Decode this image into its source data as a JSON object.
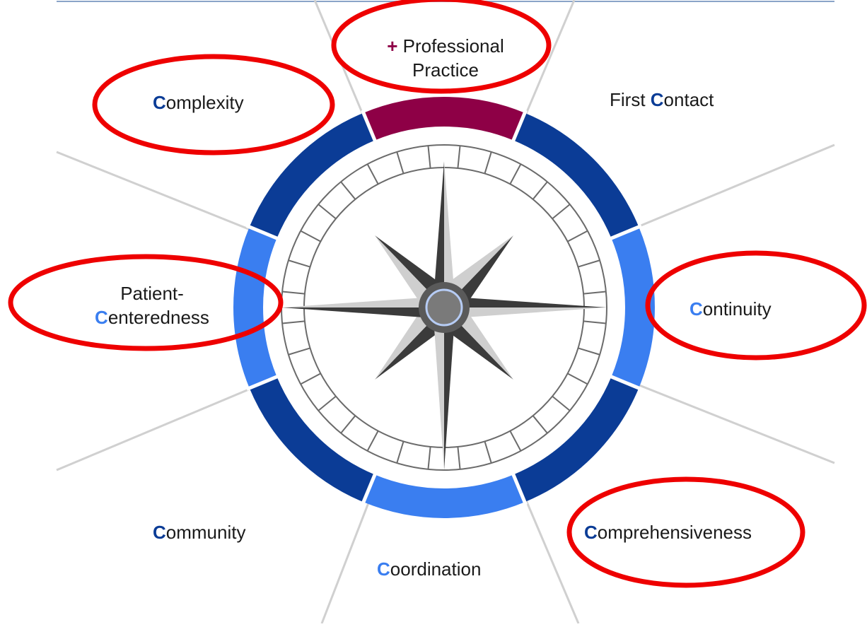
{
  "colors": {
    "dark_blue": "#0b3c96",
    "light_blue": "#3a7ef0",
    "maroon": "#8e0046",
    "highlight_red": "#ee0000",
    "needle_dark": "#3b3b3b",
    "needle_light": "#cfcfcf",
    "spoke_gray": "#d0d0d0"
  },
  "labels": {
    "professional_practice": {
      "plus": "+",
      "line1": "Professional",
      "line2": "Practice"
    },
    "first_contact": {
      "pre": "First ",
      "c": "C",
      "rest": "ontact"
    },
    "complexity": {
      "c": "C",
      "rest": "omplexity"
    },
    "continuity": {
      "c": "C",
      "rest": "ontinuity"
    },
    "patient_centeredness": {
      "line1": "Patient-",
      "c": "C",
      "rest": "enteredness"
    },
    "comprehensiveness": {
      "c": "C",
      "rest": "omprehensiveness"
    },
    "community": {
      "c": "C",
      "rest": "ommunity"
    },
    "coordination": {
      "c": "C",
      "rest": "oordination"
    }
  },
  "icons": [
    "compass-icon",
    "highlight-ellipse"
  ]
}
